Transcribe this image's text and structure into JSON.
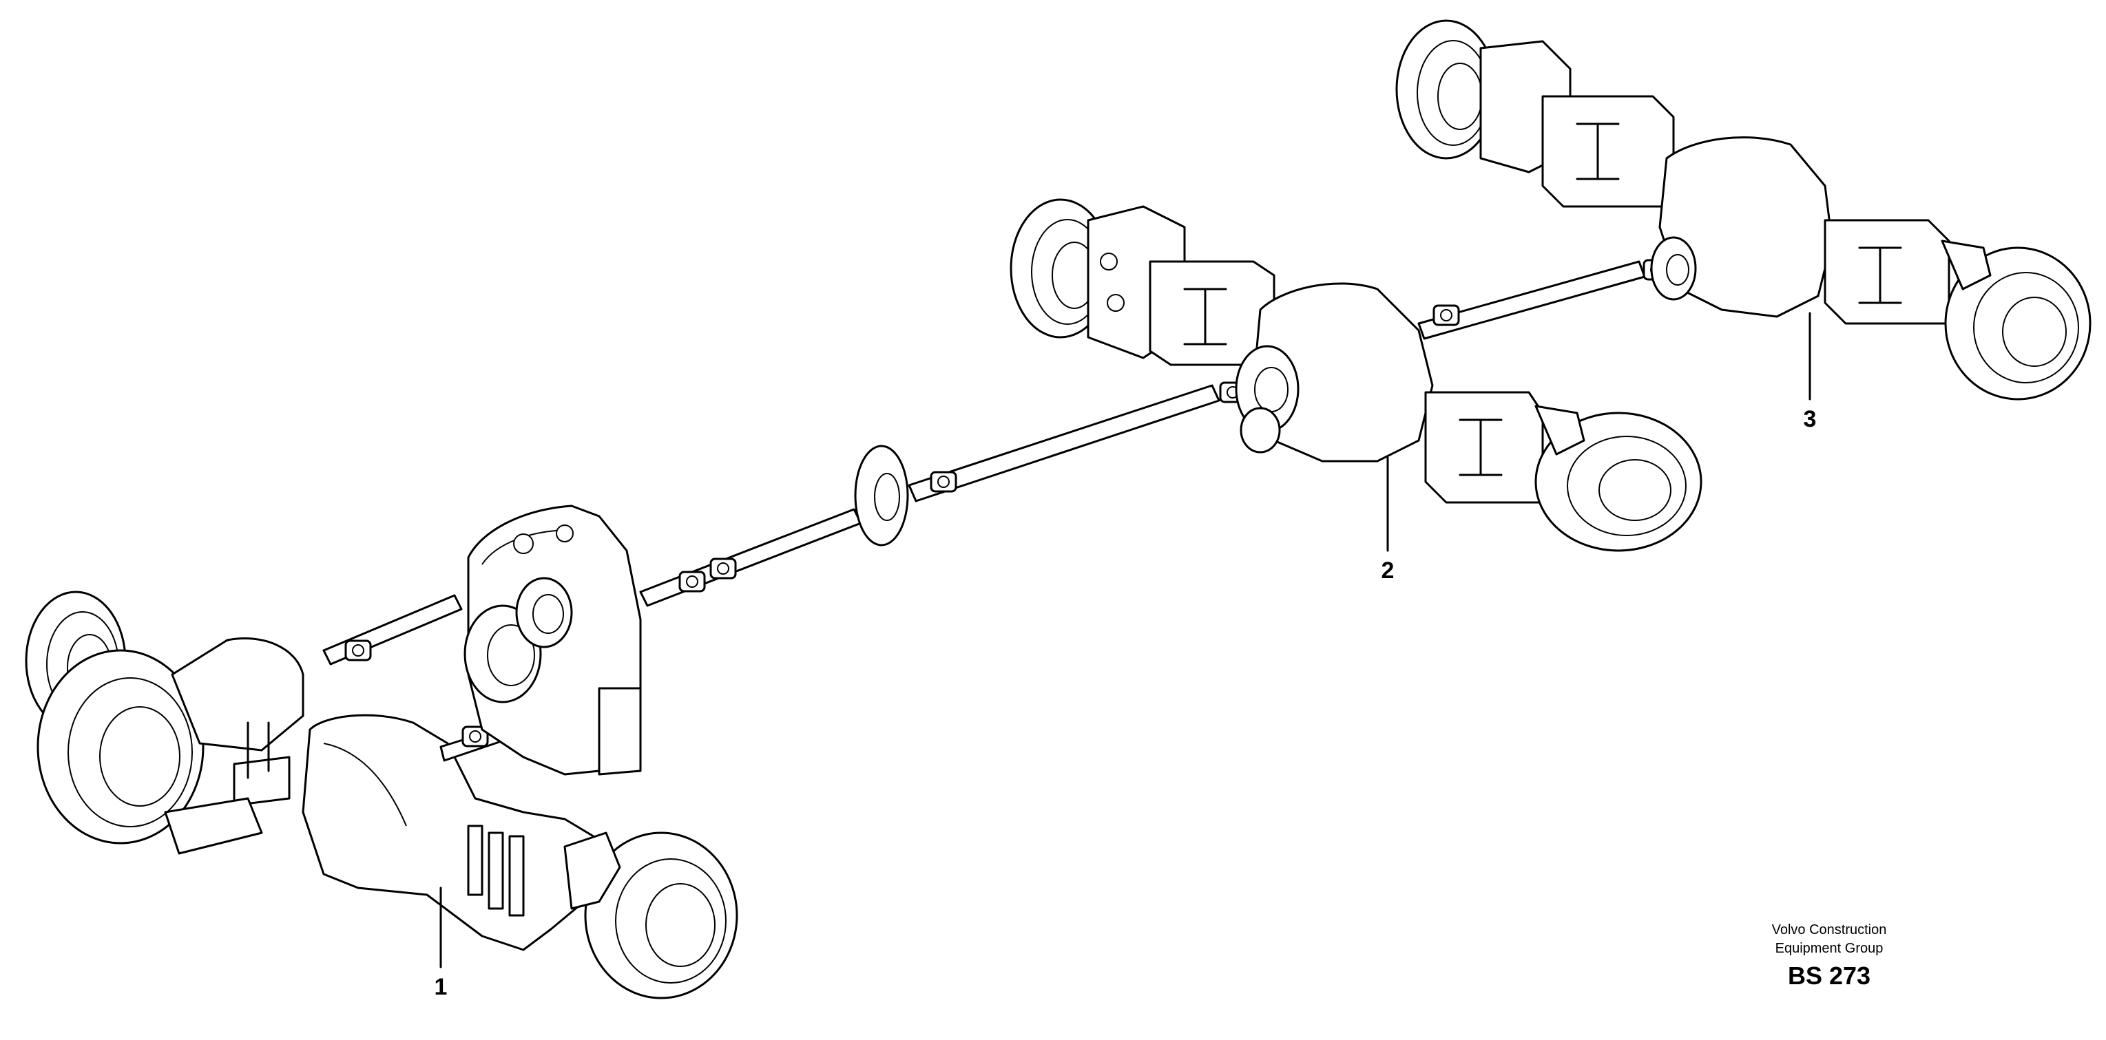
{
  "callouts": [
    {
      "number": "1",
      "label": ""
    },
    {
      "number": "2",
      "label": ""
    },
    {
      "number": "3",
      "label": ""
    }
  ],
  "credit": {
    "line1": "Volvo Construction",
    "line2": "Equipment Group"
  },
  "figure_code": "BS 273",
  "colors": {
    "line": "#000000",
    "background": "#ffffff"
  }
}
